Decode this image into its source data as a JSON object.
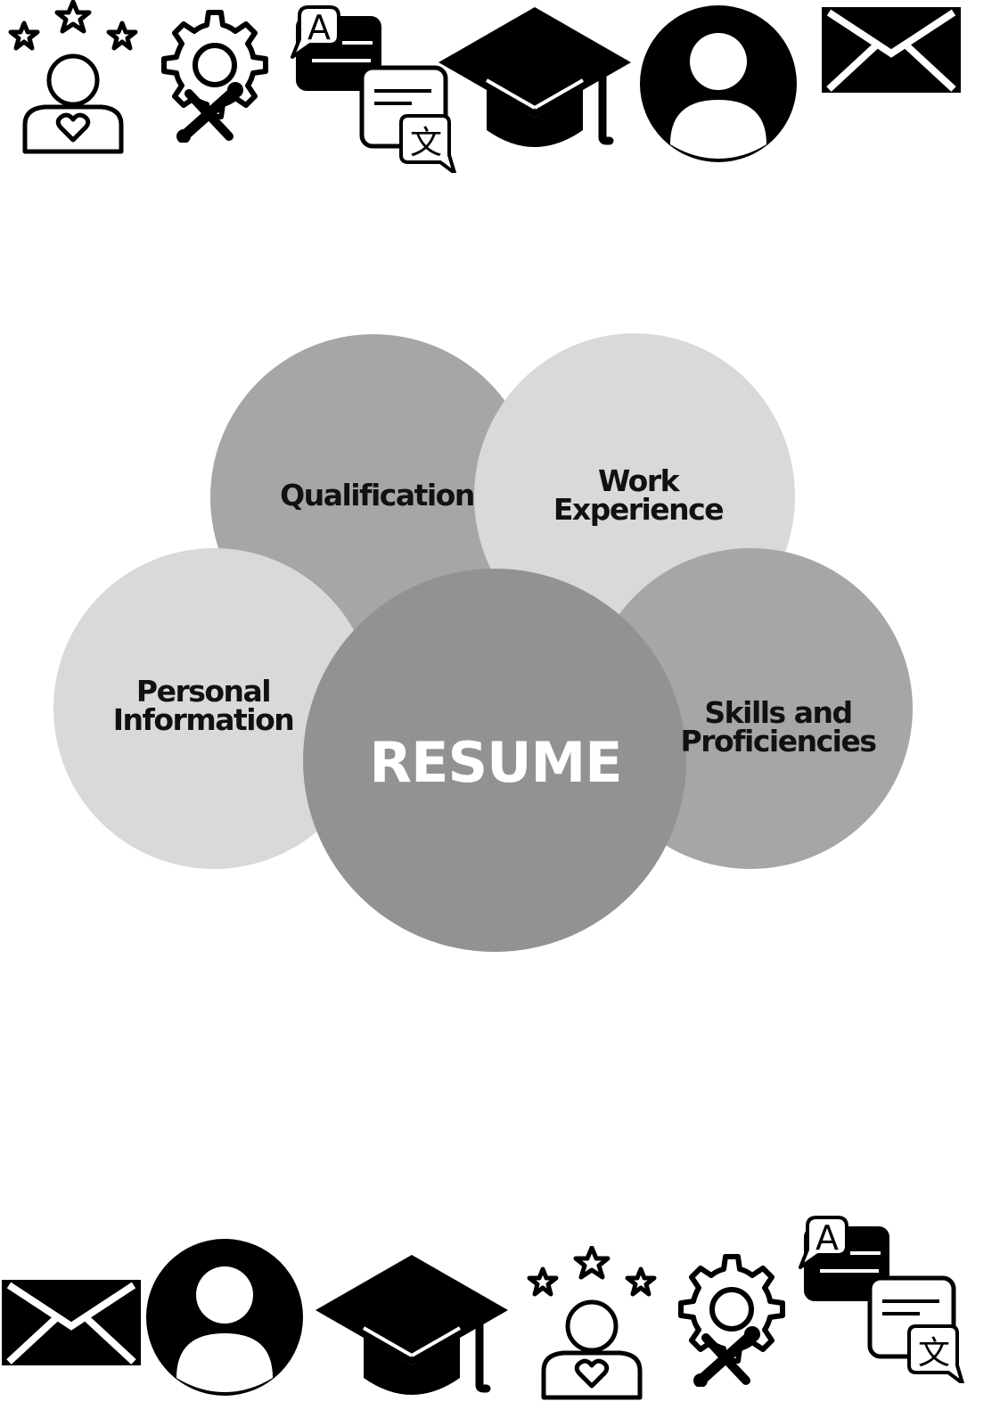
{
  "diagram": {
    "center_label": "RESUME",
    "sections": [
      {
        "label_lines": [
          "Qualification"
        ]
      },
      {
        "label_lines": [
          "Work",
          "Experience"
        ]
      },
      {
        "label_lines": [
          "Personal",
          "Information"
        ]
      },
      {
        "label_lines": [
          "Skills and",
          "Proficiencies"
        ]
      }
    ]
  },
  "colors": {
    "icon_fill": "#000000",
    "center_circle": "#929292",
    "dark_circle": "#a6a6a6",
    "light_circle": "#d9d9d9",
    "center_text": "#ffffff",
    "section_text": "#111111"
  },
  "icons": {
    "top_row": [
      "rated-person-icon",
      "gear-tools-icon",
      "translate-icon",
      "graduation-cap-icon",
      "user-avatar-icon",
      "mail-icon"
    ],
    "bottom_row": [
      "mail-icon",
      "user-avatar-icon",
      "graduation-cap-icon",
      "rated-person-icon",
      "gear-tools-icon",
      "translate-icon"
    ]
  }
}
